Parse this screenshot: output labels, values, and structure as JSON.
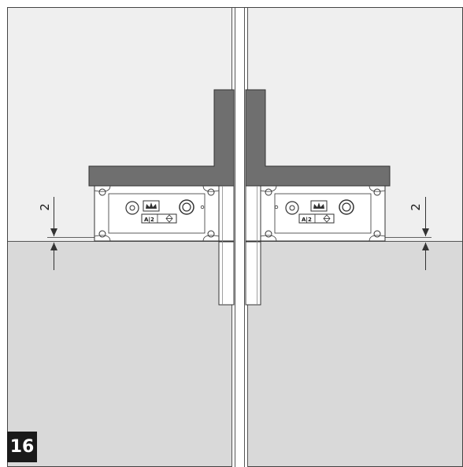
{
  "figure": {
    "step_number": "16",
    "dimension_left": "2",
    "dimension_right": "2",
    "hinge_plate_label_left": "A|2",
    "hinge_plate_label_right": "A|2"
  },
  "colors": {
    "panel_upper": "#efefef",
    "panel_lower": "#d9d9d9",
    "frame_bar": "#6f6f6f",
    "outline": "#333333",
    "badge_bg": "#1a1a1a"
  }
}
